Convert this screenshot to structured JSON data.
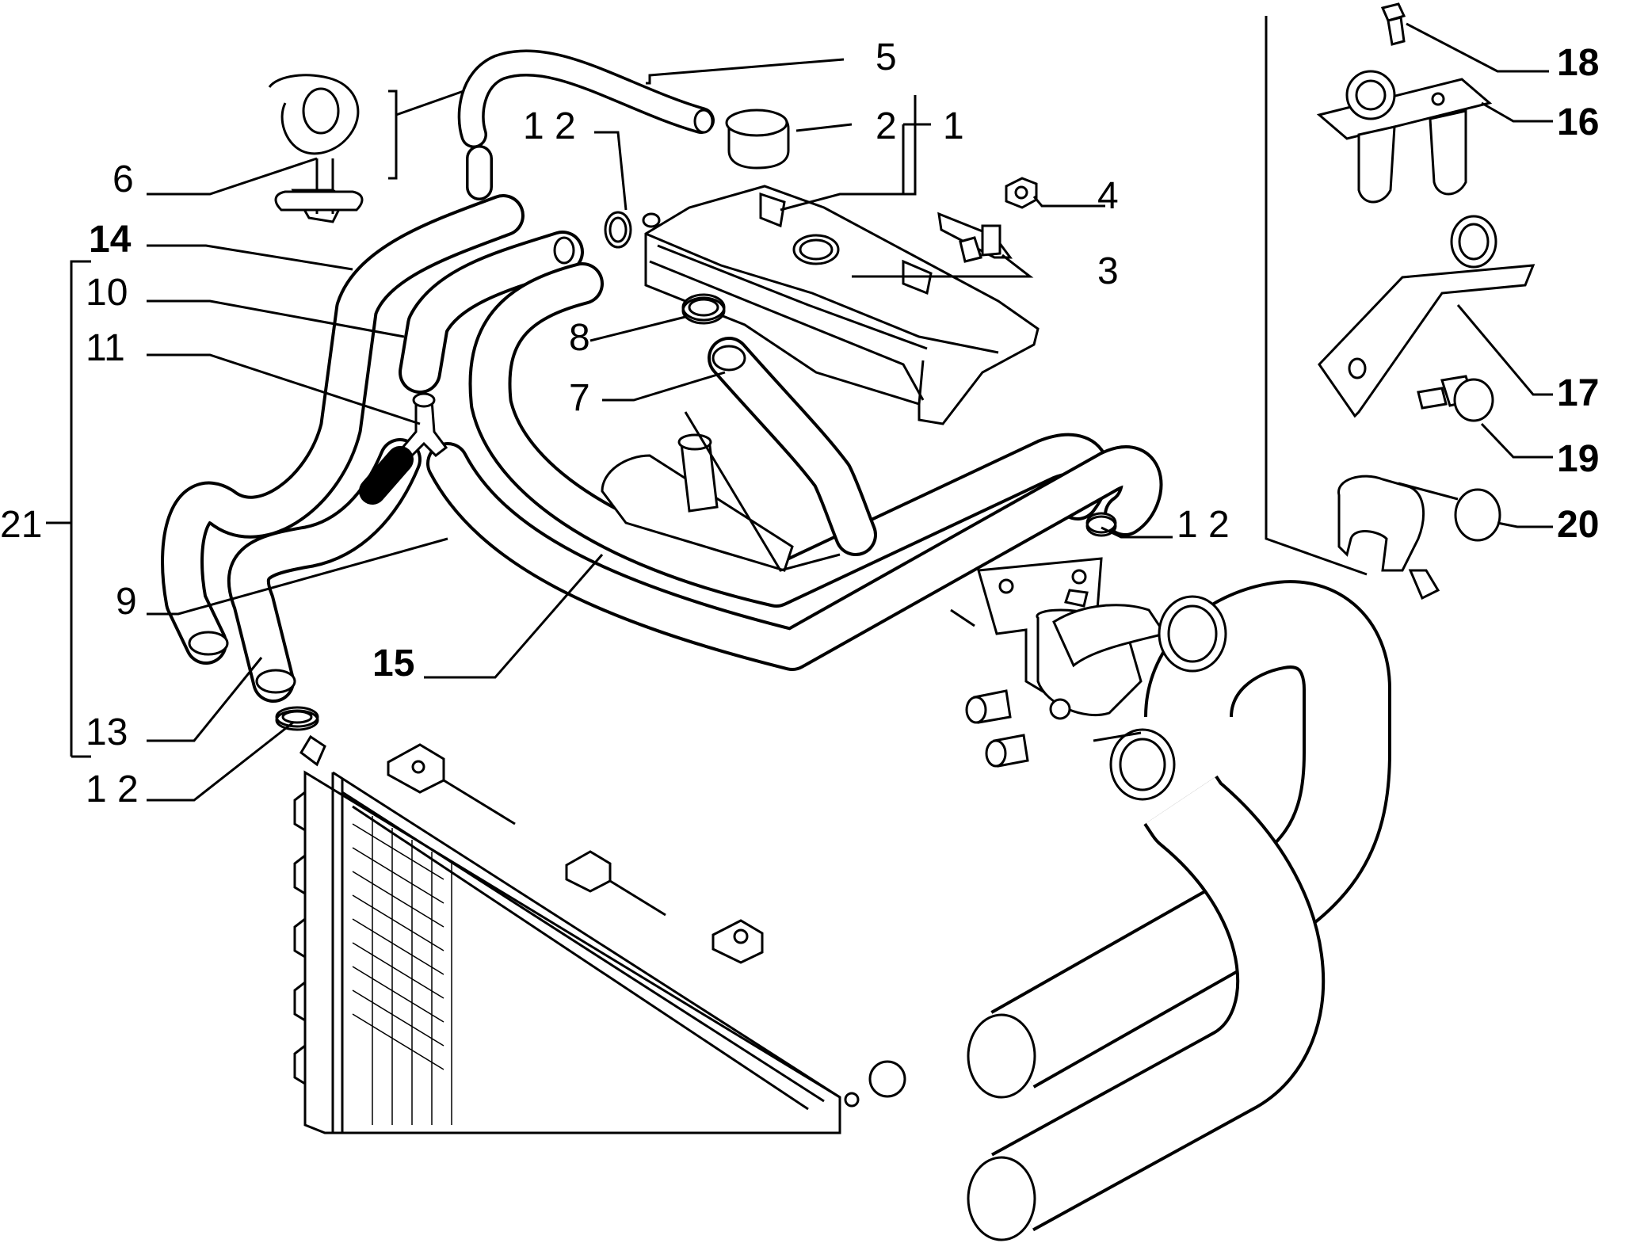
{
  "callouts": [
    {
      "id": "1",
      "text": "1"
    },
    {
      "id": "2",
      "text": "2"
    },
    {
      "id": "3",
      "text": "3"
    },
    {
      "id": "4",
      "text": "4"
    },
    {
      "id": "5",
      "text": "5"
    },
    {
      "id": "6",
      "text": "6"
    },
    {
      "id": "7",
      "text": "7"
    },
    {
      "id": "8",
      "text": "8"
    },
    {
      "id": "9",
      "text": "9"
    },
    {
      "id": "10",
      "text": "10"
    },
    {
      "id": "11",
      "text": "11"
    },
    {
      "id": "12a",
      "text": "1 2"
    },
    {
      "id": "12b",
      "text": "1 2"
    },
    {
      "id": "12c",
      "text": "1 2"
    },
    {
      "id": "13",
      "text": "13"
    },
    {
      "id": "14",
      "text": "14"
    },
    {
      "id": "15",
      "text": "15"
    },
    {
      "id": "16",
      "text": "16"
    },
    {
      "id": "17",
      "text": "17"
    },
    {
      "id": "18",
      "text": "18"
    },
    {
      "id": "19",
      "text": "19"
    },
    {
      "id": "20",
      "text": "20"
    },
    {
      "id": "21",
      "text": "21"
    }
  ]
}
